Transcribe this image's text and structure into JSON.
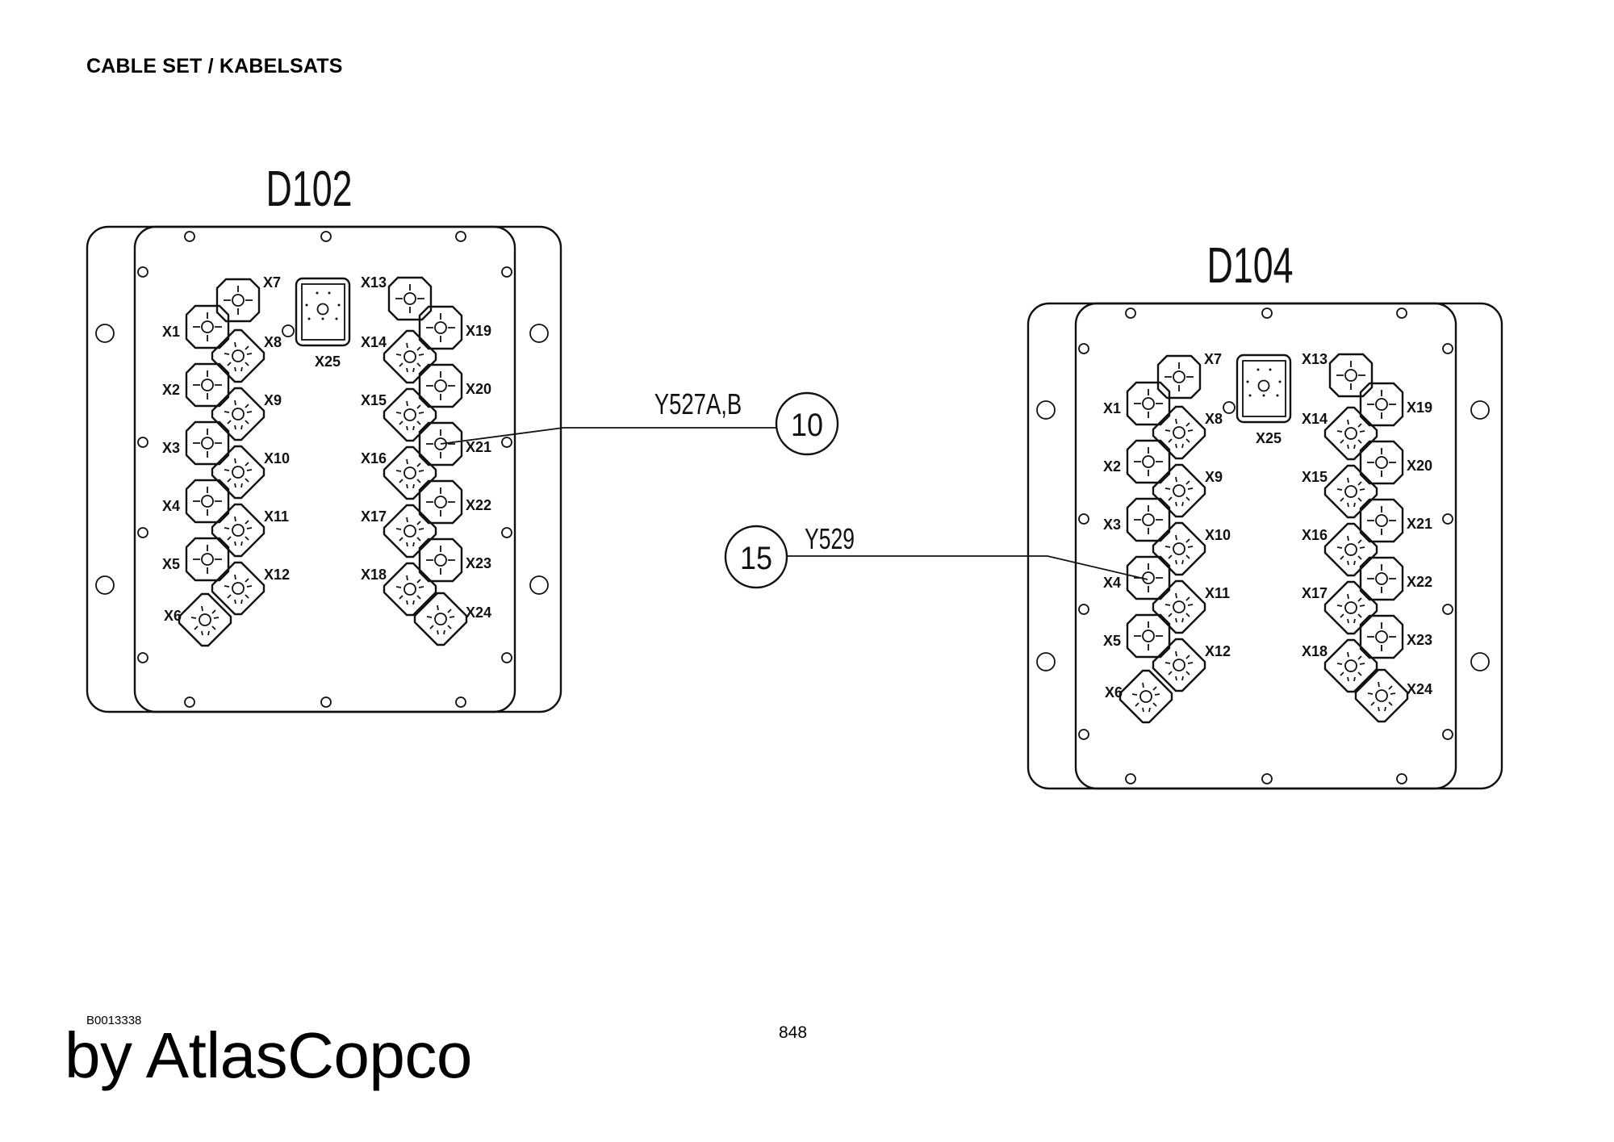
{
  "page": {
    "header": "CABLE SET / KABELSATS",
    "doc_id": "B0013338",
    "brand": "by AtlasCopco",
    "page_number": "848"
  },
  "colors": {
    "ink": "#111111",
    "paper": "#ffffff"
  },
  "panels": [
    {
      "id": "D102",
      "title": "D102",
      "connectors_left_octagon": [
        "X1",
        "X2",
        "X3",
        "X4",
        "X5"
      ],
      "connectors_left_diamond": [
        "X8",
        "X9",
        "X10",
        "X11",
        "X12"
      ],
      "connector_top_left": "X7",
      "connector_bottom_left": "X6",
      "connectors_right_octagon": [
        "X19",
        "X20",
        "X21",
        "X22",
        "X23"
      ],
      "connectors_right_diamond": [
        "X14",
        "X15",
        "X16",
        "X17",
        "X18"
      ],
      "connector_top_right": "X13",
      "connector_bottom_right": "X24",
      "center_connector": "X25"
    },
    {
      "id": "D104",
      "title": "D104",
      "connectors_left_octagon": [
        "X1",
        "X2",
        "X3",
        "X4",
        "X5"
      ],
      "connectors_left_diamond": [
        "X8",
        "X9",
        "X10",
        "X11",
        "X12"
      ],
      "connector_top_left": "X7",
      "connector_bottom_left": "X6",
      "connectors_right_octagon": [
        "X19",
        "X20",
        "X21",
        "X22",
        "X23"
      ],
      "connectors_right_diamond": [
        "X14",
        "X15",
        "X16",
        "X17",
        "X18"
      ],
      "connector_top_right": "X13",
      "connector_bottom_right": "X24",
      "center_connector": "X25"
    }
  ],
  "callouts": [
    {
      "number": "10",
      "reference": "Y527A,B",
      "panel": "D102",
      "connector": "X21"
    },
    {
      "number": "15",
      "reference": "Y529",
      "panel": "D104",
      "connector": "X4"
    }
  ]
}
